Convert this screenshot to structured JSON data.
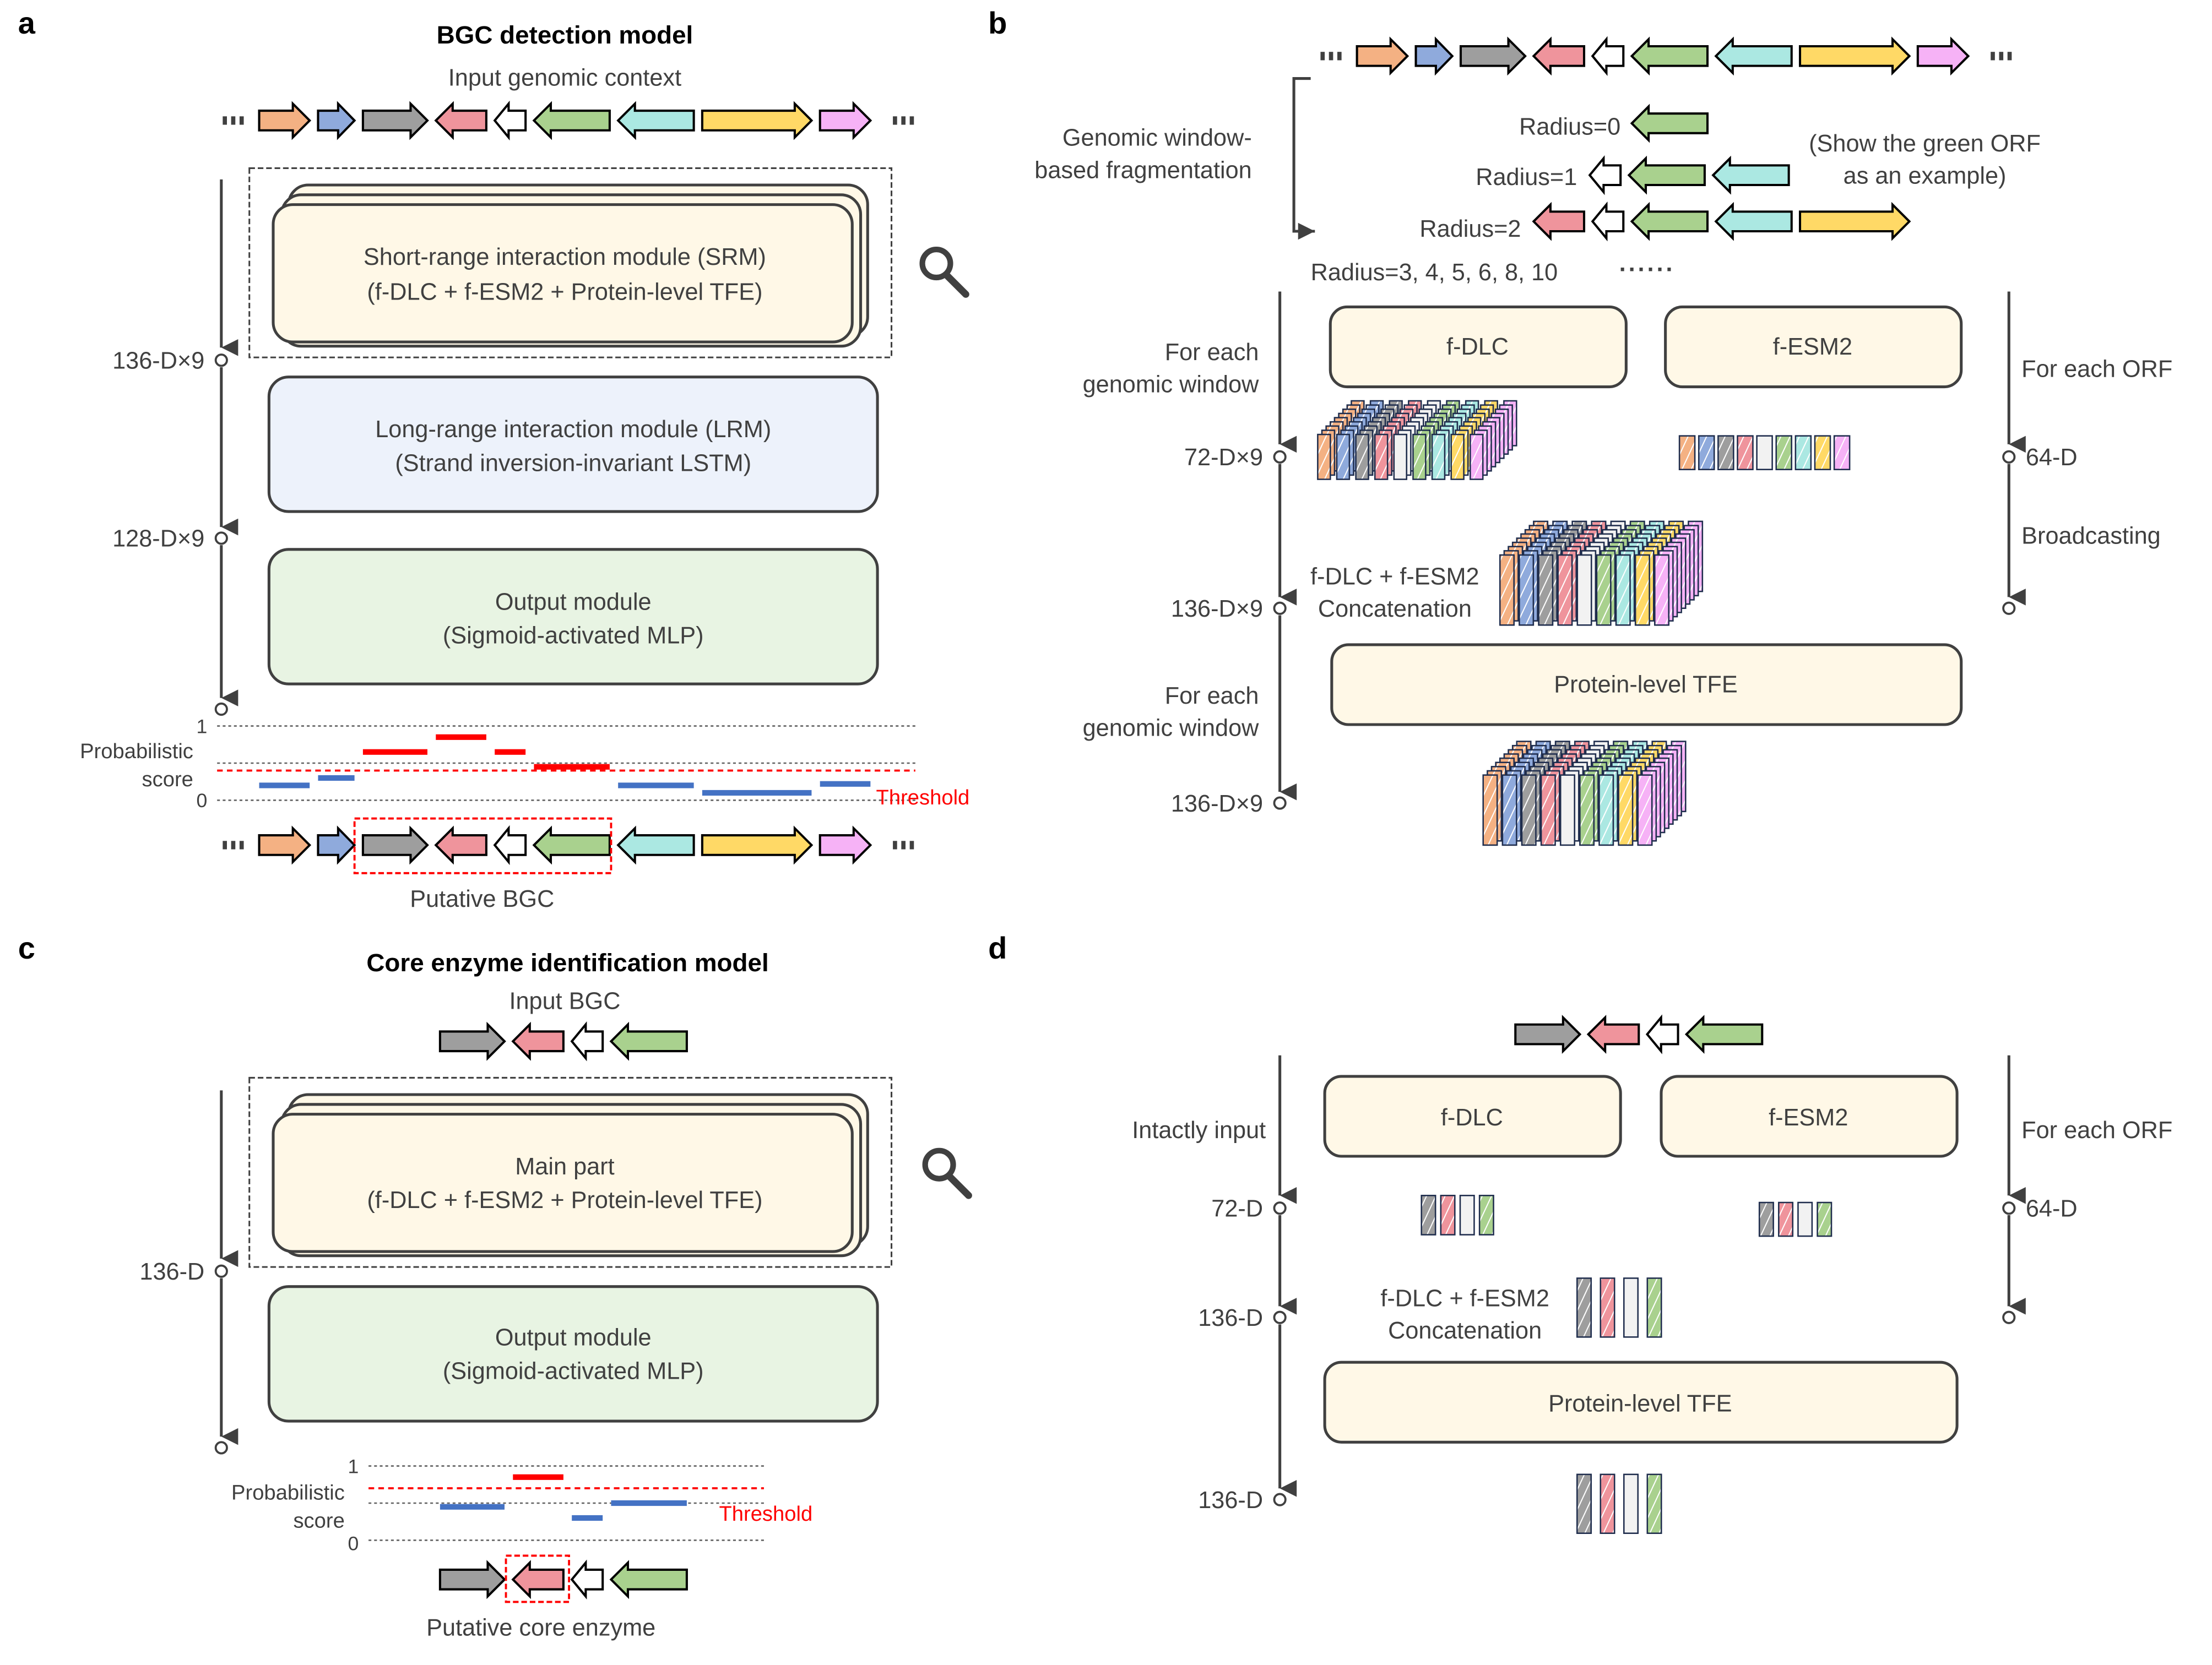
{
  "palette": {
    "orange": "#f4b183",
    "blue": "#8faadc",
    "gray": "#9e9e9e",
    "pink": "#ef949c",
    "white": "#ffffff",
    "green": "#a9d18e",
    "cyan": "#abe8e2",
    "yellow": "#ffd966",
    "magenta": "#f6b2f6",
    "cream": "#fff8e7",
    "lavender": "#edf2fb",
    "mint": "#e8f4e3",
    "score_red": "#ff0000",
    "score_blue": "#4472c4",
    "stroke": "#404040"
  },
  "genes": [
    {
      "color": "orange",
      "dir": "right"
    },
    {
      "color": "blue",
      "dir": "right"
    },
    {
      "color": "gray",
      "dir": "right"
    },
    {
      "color": "pink",
      "dir": "left"
    },
    {
      "color": "white",
      "dir": "left"
    },
    {
      "color": "green",
      "dir": "left"
    },
    {
      "color": "cyan",
      "dir": "left"
    },
    {
      "color": "yellow",
      "dir": "right"
    },
    {
      "color": "magenta",
      "dir": "right"
    }
  ],
  "panel_a": {
    "letter": "a",
    "title": "BGC detection model",
    "input_label": "Input genomic context",
    "ellipsis": "···",
    "srm_line1": "Short-range interaction module (SRM)",
    "srm_line2": "(f-DLC + f-ESM2 + Protein-level TFE)",
    "lrm_line1": "Long-range interaction module (LRM)",
    "lrm_line2": "(Strand inversion-invariant LSTM)",
    "out_line1": "Output module",
    "out_line2": "(Sigmoid-activated MLP)",
    "dim1": "136-D×9",
    "dim2": "128-D×9",
    "score_label_1": "Probabilistic",
    "score_label_2": "score",
    "tick_1": "1",
    "tick_0": "0",
    "threshold_label": "Threshold",
    "threshold": 0.4,
    "scores": [
      0.2,
      0.3,
      0.65,
      0.85,
      0.65,
      0.45,
      0.2,
      0.1,
      0.22
    ],
    "bgc_label": "Putative BGC",
    "bgc_range": [
      2,
      5
    ]
  },
  "panel_b": {
    "letter": "b",
    "fragmentation_1": "Genomic window-",
    "fragmentation_2": "based fragmentation",
    "radius0": "Radius=0",
    "radius1": "Radius=1",
    "radius2": "Radius=2",
    "radius_more": "Radius=3, 4, 5, 6, 8, 10",
    "more_dots": "······",
    "note_1": "(Show the green ORF",
    "note_2": "as an example)",
    "for_each_window_1": "For each",
    "for_each_window_2": "genomic window",
    "for_each_orf": "For each ORF",
    "fdlc": "f-DLC",
    "fesm2": "f-ESM2",
    "dim_72": "72-D×9",
    "dim_64": "64-D",
    "broadcasting": "Broadcasting",
    "concat_1": "f-DLC + f-ESM2",
    "concat_2": "Concatenation",
    "dim_136a": "136-D×9",
    "tfe": "Protein-level TFE",
    "dim_136b": "136-D×9"
  },
  "panel_c": {
    "letter": "c",
    "title": "Core enzyme identification model",
    "input_label": "Input BGC",
    "main_line1": "Main part",
    "main_line2": "(f-DLC + f-ESM2 + Protein-level TFE)",
    "out_line1": "Output module",
    "out_line2": "(Sigmoid-activated MLP)",
    "dim1": "136-D",
    "score_label_1": "Probabilistic",
    "score_label_2": "score",
    "tick_1": "1",
    "tick_0": "0",
    "threshold_label": "Threshold",
    "threshold": 0.7,
    "scores": [
      0.45,
      0.85,
      0.3,
      0.5
    ],
    "core_label": "Putative core enzyme",
    "core_index": 1
  },
  "panel_d": {
    "letter": "d",
    "intact": "Intactly input",
    "for_each_orf": "For each ORF",
    "fdlc": "f-DLC",
    "fesm2": "f-ESM2",
    "dim_72": "72-D",
    "dim_64": "64-D",
    "concat_1": "f-DLC + f-ESM2",
    "concat_2": "Concatenation",
    "dim_136a": "136-D",
    "tfe": "Protein-level TFE",
    "dim_136b": "136-D"
  }
}
